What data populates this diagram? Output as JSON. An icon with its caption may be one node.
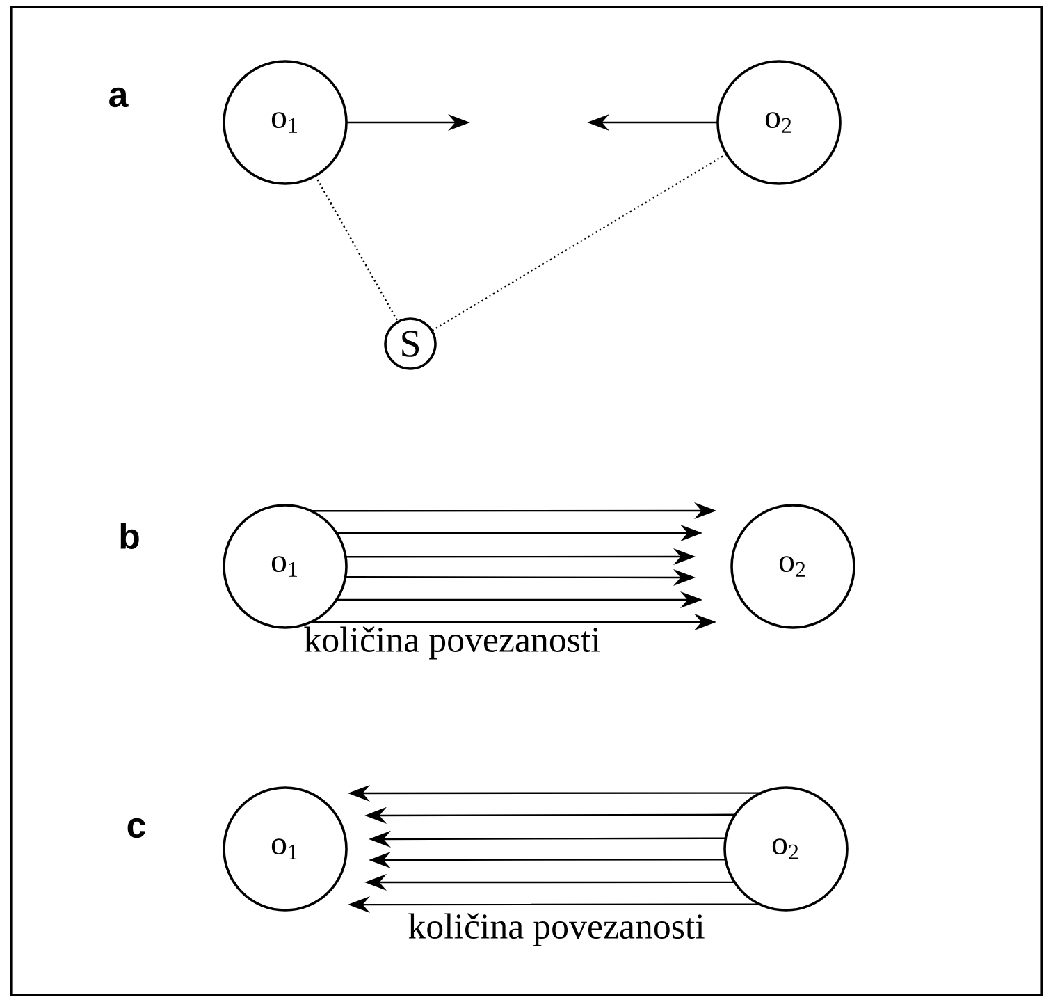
{
  "diagram": {
    "nodes": [
      {
        "text": [
          "o$_{1}$"
        ]
      },
      {
        "text": [
          "o$_{2}$"
        ]
      },
      {
        "text": [
          "S"
        ]
      },
      {
        "text": [
          "o$_{1}$"
        ]
      },
      {
        "text": [
          "o$_{2}$"
        ]
      },
      {
        "text": [
          "o$_{1}$"
        ]
      },
      {
        "text": [
          "o$_{2}$"
        ]
      }
    ],
    "edges": [
      {
        "from": 0,
        "to": null,
        "arrow": "to"
      },
      {
        "from": 1,
        "to": null,
        "arrow": "to"
      },
      {
        "from": 0,
        "to": 2,
        "arrow": "none",
        "style": "dashed"
      },
      {
        "from": 1,
        "to": 2,
        "arrow": "none",
        "style": "dashed"
      },
      {
        "from": 3,
        "to": 4,
        "arrow": "to"
      },
      {
        "from": 3,
        "to": 4,
        "arrow": "to"
      },
      {
        "from": 3,
        "to": 4,
        "arrow": "to"
      },
      {
        "from": 3,
        "to": 4,
        "arrow": "to"
      },
      {
        "from": 3,
        "to": 4,
        "arrow": "to"
      },
      {
        "from": 3,
        "to": 4,
        "arrow": "to"
      },
      {
        "from": 6,
        "to": 5,
        "arrow": "to"
      },
      {
        "from": 6,
        "to": 5,
        "arrow": "to"
      },
      {
        "from": 6,
        "to": 5,
        "arrow": "to"
      },
      {
        "from": 6,
        "to": 5,
        "arrow": "to"
      },
      {
        "from": 6,
        "to": 5,
        "arrow": "to"
      },
      {
        "from": 6,
        "to": 5,
        "arrow": "to"
      }
    ],
    "labels": [
      "a",
      "b",
      "količina povezanosti",
      "c",
      "količina povezanosti"
    ]
  }
}
